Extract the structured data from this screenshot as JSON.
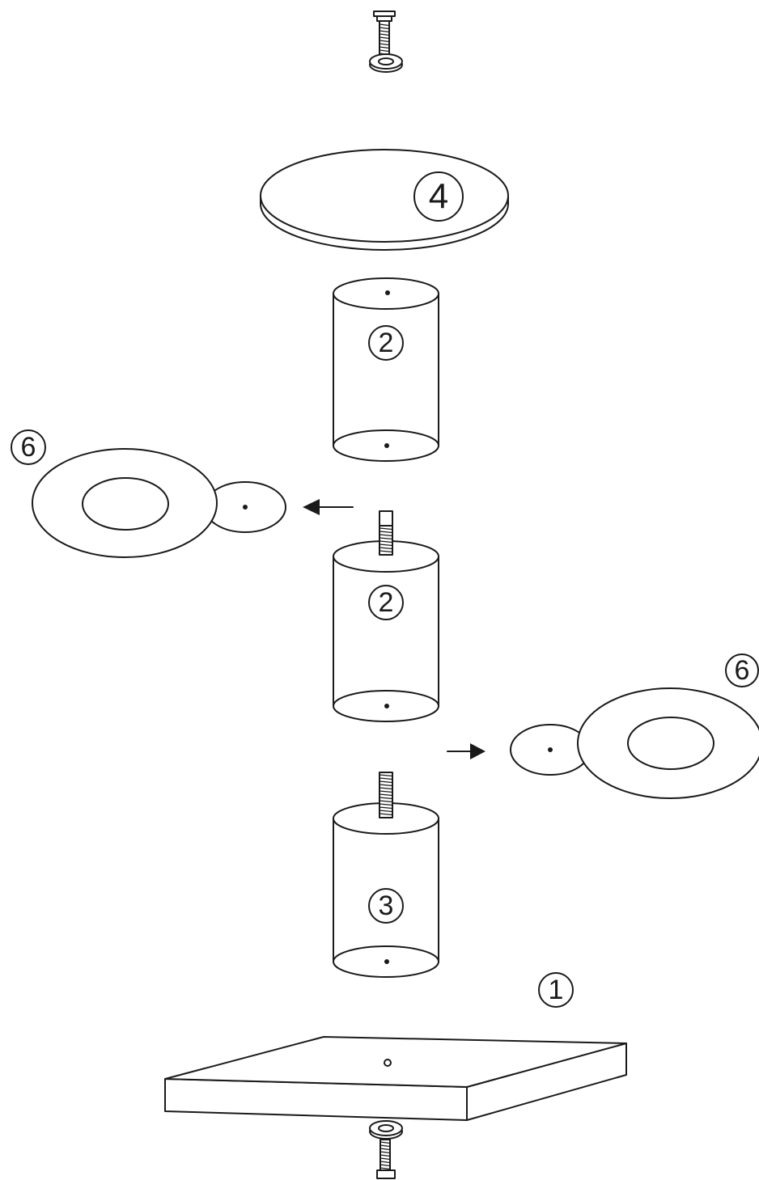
{
  "labels": {
    "top_plate": "4",
    "upper_tube": "2",
    "middle_tube": "2",
    "lower_tube": "3",
    "base_board": "1",
    "platform_left": "6",
    "platform_right": "6"
  },
  "colors": {
    "line": "#1a1a1a",
    "background": "#ffffff"
  }
}
